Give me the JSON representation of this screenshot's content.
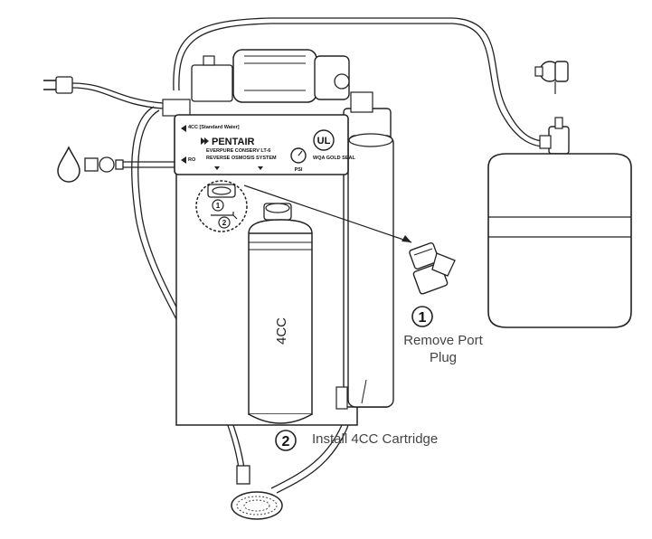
{
  "panel": {
    "brand": "PENTAIR",
    "model_line": "EVERPURE CONSERV LT-6",
    "system_line": "REVERSE OSMOSIS SYSTEM",
    "top_left_note": "4CC [Standard Water]",
    "side_note": "RO",
    "cert_mark": "UL",
    "gauge_label": "PSI",
    "right_notes": "WQA GOLD SEAL"
  },
  "cartridge": {
    "label": "4CC"
  },
  "callout": {
    "step1": "1",
    "step2": "2"
  },
  "steps": [
    {
      "number": "1",
      "line1": "Remove Port",
      "line2": "Plug"
    },
    {
      "number": "2",
      "line1": "Install 4CC Cartridge"
    }
  ]
}
